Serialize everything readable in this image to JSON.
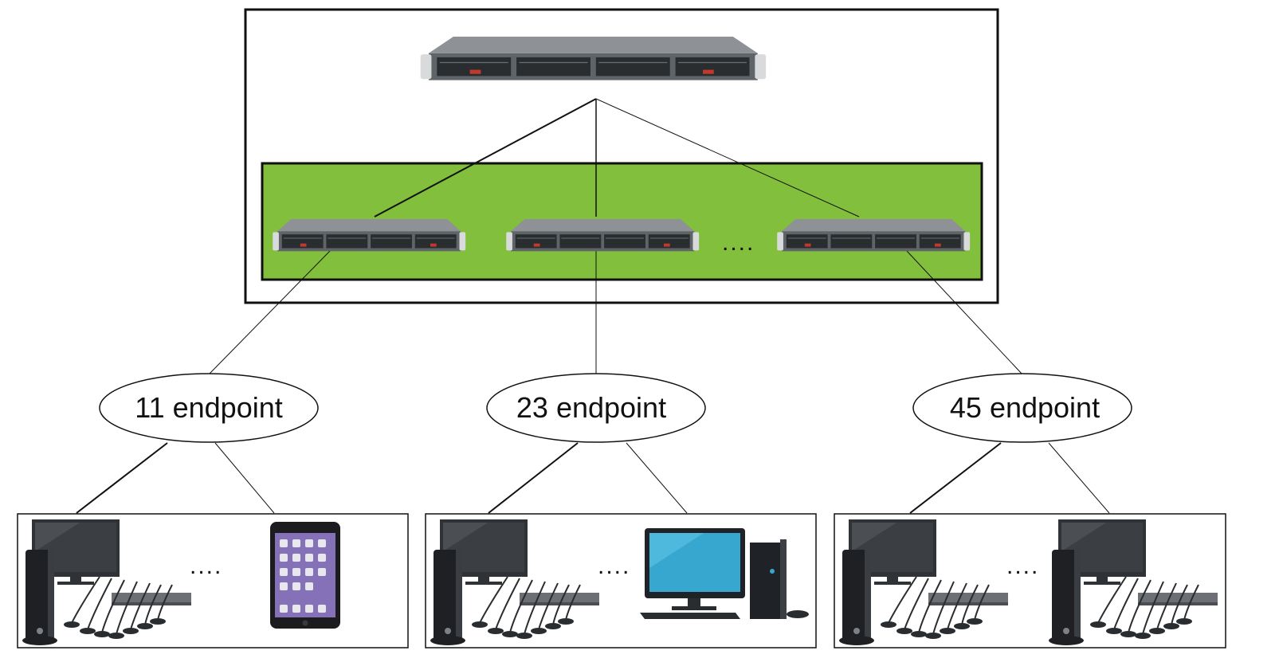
{
  "colors": {
    "cluster_fill": "#82bf3c",
    "frame": "#111111",
    "server_body": "#5f6468",
    "server_top": "#8e9296",
    "server_face": "#2a2d30",
    "monitor_screen": "#3b3e42",
    "pc_screen": "#38a7cf",
    "tablet_body": "#1c1c1e"
  },
  "cluster": {
    "ellipsis": "...."
  },
  "groups": [
    {
      "label": "11 endpoint",
      "ellipsis": "....",
      "devices": [
        "thin-client-with-monitor",
        "conference-microphones",
        "tablet"
      ]
    },
    {
      "label": "23 endpoint",
      "ellipsis": "....",
      "devices": [
        "thin-client-with-monitor",
        "conference-microphones",
        "desktop-pc"
      ]
    },
    {
      "label": "45 endpoint",
      "ellipsis": "....",
      "devices": [
        "thin-client-with-monitor",
        "conference-microphones",
        "thin-client-with-monitor"
      ]
    }
  ]
}
